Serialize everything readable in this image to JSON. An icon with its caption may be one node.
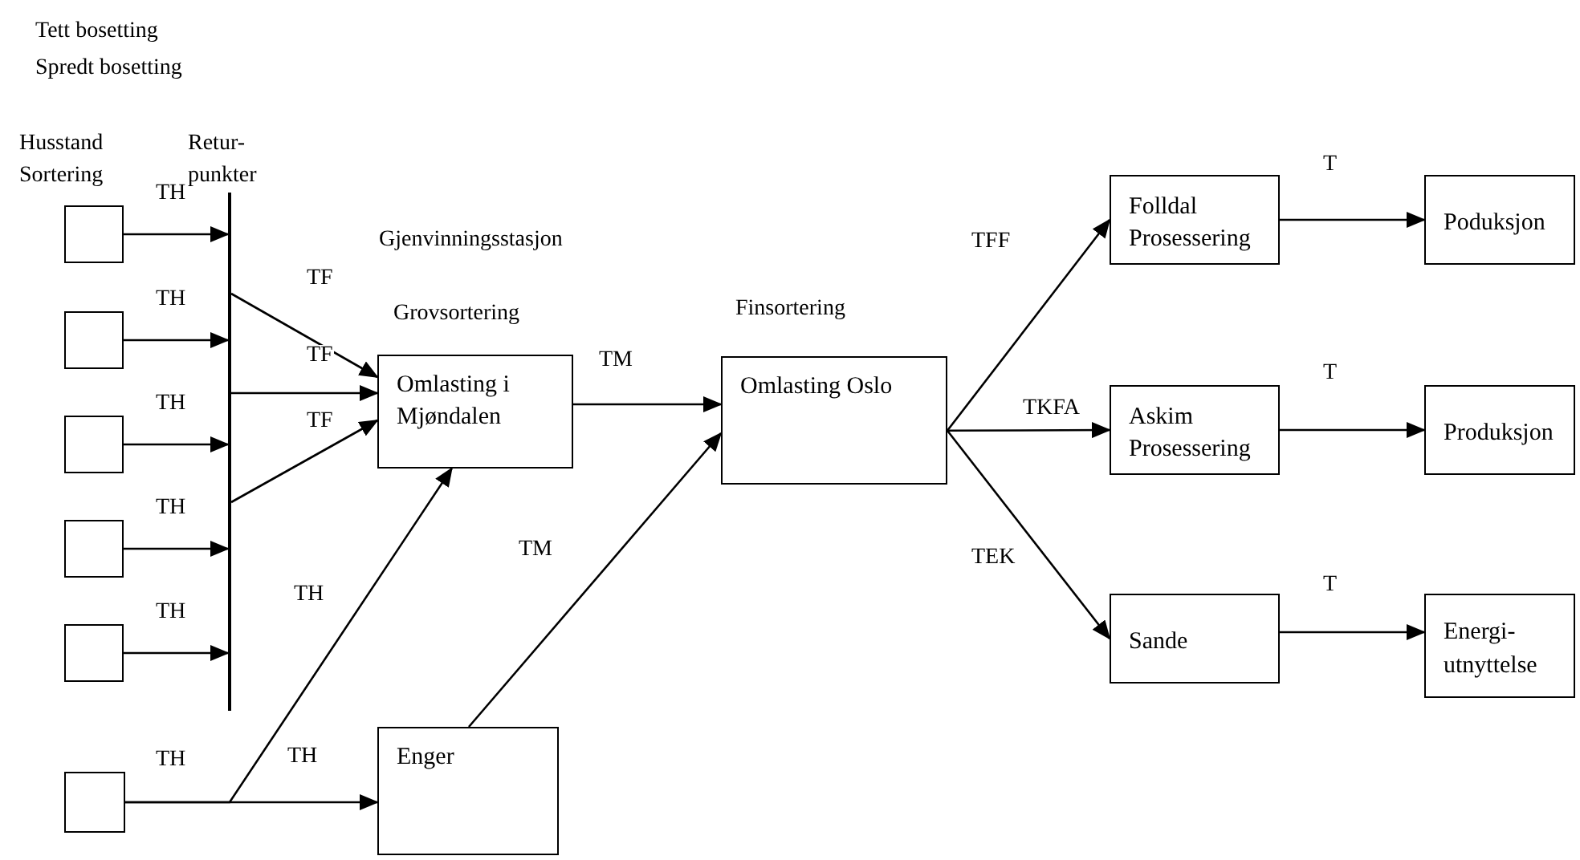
{
  "diagram": {
    "nodes": [
      {
        "text": [],
        "shape": "box"
      },
      {
        "text": [],
        "shape": "box"
      },
      {
        "text": [],
        "shape": "box"
      },
      {
        "text": [],
        "shape": "box"
      },
      {
        "text": [],
        "shape": "box"
      },
      {
        "text": [],
        "shape": "box"
      },
      {
        "text": [],
        "shape": "bar"
      },
      {
        "text": [
          "Omlasting i Mjøndalen"
        ]
      },
      {
        "text": [
          "Omlasting Oslo"
        ]
      },
      {
        "text": [
          "Enger"
        ]
      },
      {
        "text": [
          "Folldal Prosessering"
        ]
      },
      {
        "text": [
          "Askim Prosessering"
        ]
      },
      {
        "text": [
          "Sande"
        ]
      },
      {
        "text": [
          "Poduksjon"
        ]
      },
      {
        "text": [
          "Produksjon"
        ]
      },
      {
        "text": [
          "Energi- utnyttelse"
        ]
      }
    ],
    "edges": [
      {
        "from": 0,
        "to": 6,
        "arrow": "to",
        "label": "TH"
      },
      {
        "from": 1,
        "to": 6,
        "arrow": "to",
        "label": "TH"
      },
      {
        "from": 2,
        "to": 6,
        "arrow": "to",
        "label": "TH"
      },
      {
        "from": 3,
        "to": 6,
        "arrow": "to",
        "label": "TH"
      },
      {
        "from": 4,
        "to": 6,
        "arrow": "to",
        "label": "TH"
      },
      {
        "from": 6,
        "to": 7,
        "arrow": "to",
        "label": "TF"
      },
      {
        "from": 6,
        "to": 7,
        "arrow": "to",
        "label": "TF"
      },
      {
        "from": 6,
        "to": 7,
        "arrow": "to",
        "label": "TF"
      },
      {
        "from": 5,
        "to": 7,
        "arrow": "to",
        "label": "TH"
      },
      {
        "from": 5,
        "to": 9,
        "arrow": "to",
        "label": "TH"
      },
      {
        "from": 7,
        "to": 8,
        "arrow": "to",
        "label": "TM"
      },
      {
        "from": 9,
        "to": 8,
        "arrow": "to",
        "label": "TM"
      },
      {
        "from": 8,
        "to": 10,
        "arrow": "to",
        "label": "TFF"
      },
      {
        "from": 8,
        "to": 11,
        "arrow": "to",
        "label": "TKFA"
      },
      {
        "from": 8,
        "to": 12,
        "arrow": "to",
        "label": "TEK"
      },
      {
        "from": 10,
        "to": 13,
        "arrow": "to",
        "label": "T"
      },
      {
        "from": 11,
        "to": 14,
        "arrow": "to",
        "label": "T"
      },
      {
        "from": 12,
        "to": 15,
        "arrow": "to",
        "label": "T"
      }
    ],
    "labels": [
      "Tett bosetting",
      "Spredt bosetting",
      "Husstand Sortering",
      "Retur- punkter",
      "Gjenvinningsstasjon",
      "Grovsortering",
      "Finsortering",
      "TH"
    ]
  }
}
